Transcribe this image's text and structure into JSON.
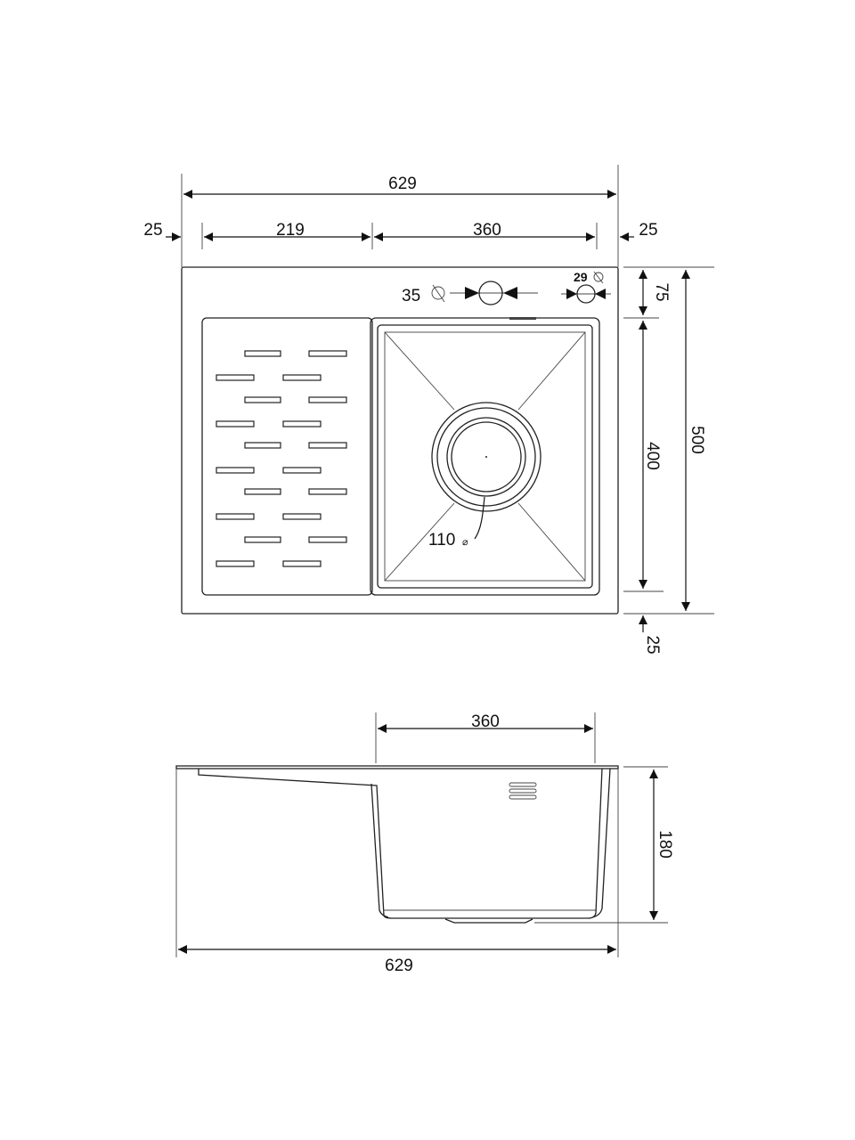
{
  "top_view": {
    "overall_width": "629",
    "left_margin": "25",
    "drainer_width": "219",
    "bowl_width": "360",
    "right_margin": "25",
    "tap_hole": "35",
    "overflow_hole": "29",
    "top_margin": "75",
    "bowl_length": "400",
    "overall_depth": "500",
    "bottom_margin": "25",
    "drain_diameter": "110",
    "diameter_symbol": "⌀"
  },
  "side_view": {
    "bowl_width": "360",
    "bowl_depth": "180",
    "overall_width": "629"
  }
}
